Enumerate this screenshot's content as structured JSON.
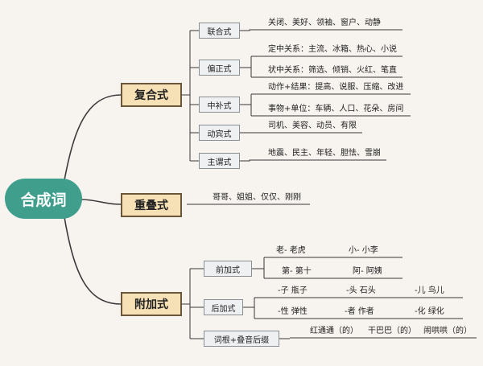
{
  "root": "合成词",
  "fuhe": {
    "label": "复合式",
    "lianhe": {
      "label": "联合式",
      "items": "关闭、美好、领袖、窗户、动静"
    },
    "pianzheng": {
      "label": "偏正式",
      "items1": "定中关系：主流、冰箱、热心、小说",
      "items2": "状中关系：筛选、倾销、火红、笔直"
    },
    "zhongbu": {
      "label": "中补式",
      "items1": "动作+结果：提高、说服、压缩、改进",
      "items2": "事物+单位：车辆、人口、花朵、房间"
    },
    "dongbin": {
      "label": "动宾式",
      "items": "司机、美容、动员、有限"
    },
    "zhuwei": {
      "label": "主谓式",
      "items": "地震、民主、年轻、胆怯、雪崩"
    }
  },
  "chongdie": {
    "label": "重叠式",
    "items": "哥哥、姐姐、仅仅、刚刚"
  },
  "fujia": {
    "label": "附加式",
    "qianjia": {
      "label": "前加式",
      "a": "老- 老虎",
      "b": "小- 小李",
      "c": "第- 第十",
      "d": "阿- 阿姨"
    },
    "houjia": {
      "label": "后加式",
      "a": "-子 瓶子",
      "b": "-头 石头",
      "c": "-儿 鸟儿",
      "d": "-性 弹性",
      "e": "-者 作者",
      "f": "-化 绿化"
    },
    "cigen": {
      "label": "词根+叠音后缀",
      "a": "红通通（的）",
      "b": "干巴巴（的）",
      "c": "闹哄哄（的）"
    }
  },
  "colors": {
    "root": "#3f9f8c",
    "main_fill": "#f6e0b6",
    "main_border": "#6a5638",
    "line": "#3a3a3a"
  }
}
